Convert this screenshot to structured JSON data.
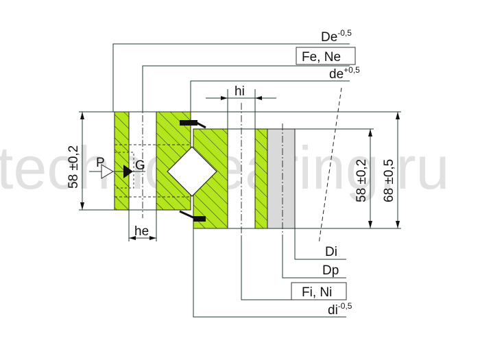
{
  "watermark": "technobearing.ru",
  "colors": {
    "ring_fill": "#b4e61e",
    "ring_grey": "#d9d9d9",
    "line": "#1c3a2c",
    "seal": "#111111"
  },
  "labels": {
    "De": "De",
    "De_tol": "-0,5",
    "FeNe": "Fe, Ne",
    "de": "de",
    "de_tol": "+0,5",
    "hi": "hi",
    "height_left": "58 ±0,2",
    "height_right": "58 ±0,2",
    "height_total": "68 ±0,5",
    "P": "P",
    "G": "G",
    "he": "he",
    "Di": "Di",
    "Dp": "Dp",
    "FiNi": "Fi, Ni",
    "di": "di",
    "di_tol": "-0,5"
  }
}
